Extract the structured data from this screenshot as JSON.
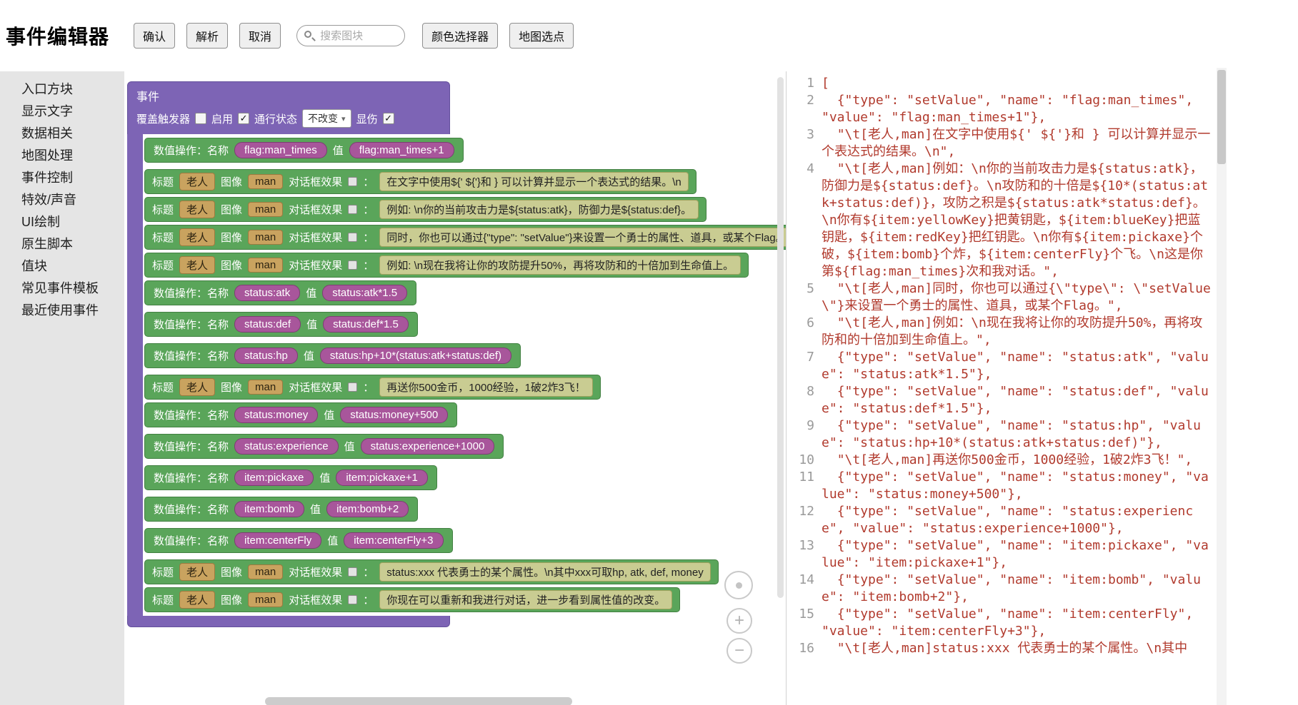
{
  "header": {
    "title": "事件编辑器",
    "buttons": {
      "confirm": "确认",
      "parse": "解析",
      "cancel": "取消",
      "color_picker": "颜色选择器",
      "map_pick": "地图选点"
    },
    "search_placeholder": "搜索图块"
  },
  "sidebar": {
    "items": [
      "入口方块",
      "显示文字",
      "数据相关",
      "地图处理",
      "事件控制",
      "特效/声音",
      "UI绘制",
      "原生脚本",
      "值块",
      "常见事件模板",
      "最近使用事件"
    ]
  },
  "canvas": {
    "event_block": {
      "title": "事件",
      "fields": {
        "override_trigger_label": "覆盖触发器",
        "override_trigger_checked": false,
        "enable_label": "启用",
        "enable_checked": true,
        "pass_state_label": "通行状态",
        "pass_state_value": "不改变",
        "display_damage_label": "显伤",
        "display_damage_checked": true
      }
    },
    "labels": {
      "setvalue": "数值操作：名称",
      "value": "值",
      "title": "标题",
      "image": "图像",
      "dialog_effect": "对话框效果",
      "colon": "："
    },
    "glyphs": {
      "check": "✓",
      "dropdown_arrow": "▾"
    },
    "zoom": {
      "zoom_in_glyph": "+",
      "zoom_out_glyph": "−"
    },
    "colors": {
      "event_purple": "#7d64b5",
      "statement_green": "#5aa55a",
      "value_chip_magenta": "#a8569b",
      "field_tan": "#c9a35f",
      "field_olive": "#c9cc92"
    },
    "blocks": [
      {
        "kind": "setValue",
        "name": "flag:man_times",
        "value": "flag:man_times+1"
      },
      {
        "kind": "text",
        "title": "老人",
        "image": "man",
        "text": "在文字中使用${' ${'}和 } 可以计算并显示一个表达式的结果。\\n"
      },
      {
        "kind": "text",
        "title": "老人",
        "image": "man",
        "text": "例如: \\n你的当前攻击力是${status:atk}，防御力是${status:def}。"
      },
      {
        "kind": "text",
        "title": "老人",
        "image": "man",
        "text": "同时，你也可以通过{\"type\": \"setValue\"}来设置一个勇士的属性、道具，或某个Flag。"
      },
      {
        "kind": "text",
        "title": "老人",
        "image": "man",
        "text": "例如: \\n现在我将让你的攻防提升50%，再将攻防和的十倍加到生命值上。"
      },
      {
        "kind": "setValue",
        "name": "status:atk",
        "value": "status:atk*1.5"
      },
      {
        "kind": "setValue",
        "name": "status:def",
        "value": "status:def*1.5"
      },
      {
        "kind": "setValue",
        "name": "status:hp",
        "value": "status:hp+10*(status:atk+status:def)"
      },
      {
        "kind": "text",
        "title": "老人",
        "image": "man",
        "text": "再送你500金币，1000经验，1破2炸3飞！"
      },
      {
        "kind": "setValue",
        "name": "status:money",
        "value": "status:money+500"
      },
      {
        "kind": "setValue",
        "name": "status:experience",
        "value": "status:experience+1000"
      },
      {
        "kind": "setValue",
        "name": "item:pickaxe",
        "value": "item:pickaxe+1"
      },
      {
        "kind": "setValue",
        "name": "item:bomb",
        "value": "item:bomb+2"
      },
      {
        "kind": "setValue",
        "name": "item:centerFly",
        "value": "item:centerFly+3"
      },
      {
        "kind": "text",
        "title": "老人",
        "image": "man",
        "text": "status:xxx 代表勇士的某个属性。\\n其中xxx可取hp, atk, def, money"
      },
      {
        "kind": "text",
        "title": "老人",
        "image": "man",
        "text": "你现在可以重新和我进行对话，进一步看到属性值的改变。"
      }
    ]
  },
  "code": {
    "lines": [
      {
        "num": "1",
        "text": "["
      },
      {
        "num": "2",
        "text": "  {\"type\": \"setValue\", \"name\": \"flag:man_times\", \"value\": \"flag:man_times+1\"},"
      },
      {
        "num": "3",
        "text": "  \"\\t[老人,man]在文字中使用${' ${'}和 } 可以计算并显示一个表达式的结果。\\n\","
      },
      {
        "num": "4",
        "text": "  \"\\t[老人,man]例如：\\n你的当前攻击力是${status:atk}，防御力是${status:def}。\\n攻防和的十倍是${10*(status:atk+status:def)}，攻防之积是${status:atk*status:def}。\\n你有${item:yellowKey}把黄钥匙，${item:blueKey}把蓝钥匙，${item:redKey}把红钥匙。\\n你有${item:pickaxe}个破，${item:bomb}个炸，${item:centerFly}个飞。\\n这是你第${flag:man_times}次和我对话。\","
      },
      {
        "num": "5",
        "text": "  \"\\t[老人,man]同时，你也可以通过{\\\"type\\\": \\\"setValue\\\"}来设置一个勇士的属性、道具，或某个Flag。\","
      },
      {
        "num": "6",
        "text": "  \"\\t[老人,man]例如：\\n现在我将让你的攻防提升50%，再将攻防和的十倍加到生命值上。\","
      },
      {
        "num": "7",
        "text": "  {\"type\": \"setValue\", \"name\": \"status:atk\", \"value\": \"status:atk*1.5\"},"
      },
      {
        "num": "8",
        "text": "  {\"type\": \"setValue\", \"name\": \"status:def\", \"value\": \"status:def*1.5\"},"
      },
      {
        "num": "9",
        "text": "  {\"type\": \"setValue\", \"name\": \"status:hp\", \"value\": \"status:hp+10*(status:atk+status:def)\"},"
      },
      {
        "num": "10",
        "text": "  \"\\t[老人,man]再送你500金币，1000经验，1破2炸3飞！\","
      },
      {
        "num": "11",
        "text": "  {\"type\": \"setValue\", \"name\": \"status:money\", \"value\": \"status:money+500\"},"
      },
      {
        "num": "12",
        "text": "  {\"type\": \"setValue\", \"name\": \"status:experience\", \"value\": \"status:experience+1000\"},"
      },
      {
        "num": "13",
        "text": "  {\"type\": \"setValue\", \"name\": \"item:pickaxe\", \"value\": \"item:pickaxe+1\"},"
      },
      {
        "num": "14",
        "text": "  {\"type\": \"setValue\", \"name\": \"item:bomb\", \"value\": \"item:bomb+2\"},"
      },
      {
        "num": "15",
        "text": "  {\"type\": \"setValue\", \"name\": \"item:centerFly\", \"value\": \"item:centerFly+3\"},"
      },
      {
        "num": "16",
        "text": "  \"\\t[老人,man]status:xxx 代表勇士的某个属性。\\n其中"
      }
    ]
  }
}
